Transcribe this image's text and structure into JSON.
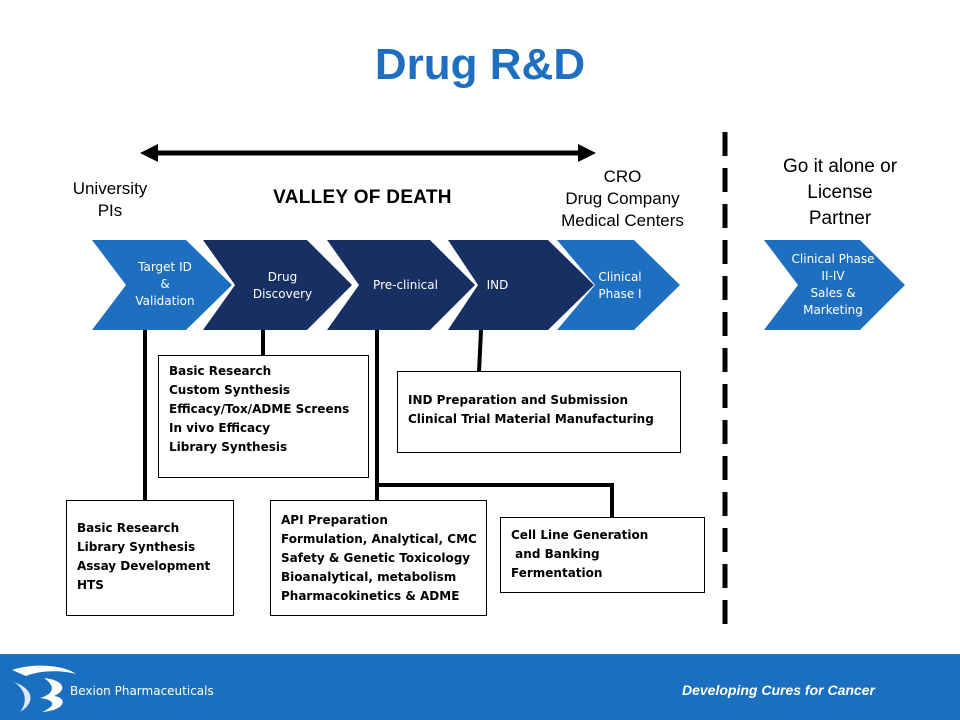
{
  "title": "Drug R&D",
  "labels": {
    "university": [
      "University",
      "PIs"
    ],
    "valley": "VALLEY OF DEATH",
    "cro": [
      "CRO",
      "Drug Company",
      "Medical Centers"
    ],
    "go_alone": [
      "Go it alone or",
      "License",
      "Partner"
    ]
  },
  "stages": [
    {
      "lines": [
        "Target ID",
        "&",
        "Validation"
      ],
      "color": "#1f6fc0"
    },
    {
      "lines": [
        "Drug",
        "Discovery"
      ],
      "color": "#172f63"
    },
    {
      "lines": [
        "Pre-clinical"
      ],
      "color": "#172f63"
    },
    {
      "lines": [
        "IND"
      ],
      "color": "#172f63"
    },
    {
      "lines": [
        "Clinical",
        "Phase I"
      ],
      "color": "#1f6fc0"
    },
    {
      "lines": [
        "Clinical Phase",
        "II-IV",
        "Sales &",
        "Marketing"
      ],
      "color": "#1f6fc0"
    }
  ],
  "boxes": {
    "drug_discovery": [
      "Basic Research",
      "Custom Synthesis",
      "Efficacy/Tox/ADME Screens",
      "In vivo Efficacy",
      "Library Synthesis"
    ],
    "ind": [
      "IND Preparation and Submission",
      "Clinical Trial Material Manufacturing"
    ],
    "target": [
      "Basic Research",
      "Library Synthesis",
      "Assay Development",
      "HTS"
    ],
    "preclinical": [
      "API Preparation",
      "Formulation, Analytical, CMC",
      "Safety & Genetic Toxicology",
      "Bioanalytical, metabolism",
      "Pharmacokinetics & ADME"
    ],
    "cell_line": [
      "Cell Line Generation",
      " and Banking",
      "Fermentation"
    ]
  },
  "footer": {
    "company": "Bexion Pharmaceuticals",
    "tagline": "Developing Cures for Cancer"
  },
  "colors": {
    "accent": "#1f6fc0",
    "dark": "#172f63",
    "footer": "#1a70be"
  }
}
